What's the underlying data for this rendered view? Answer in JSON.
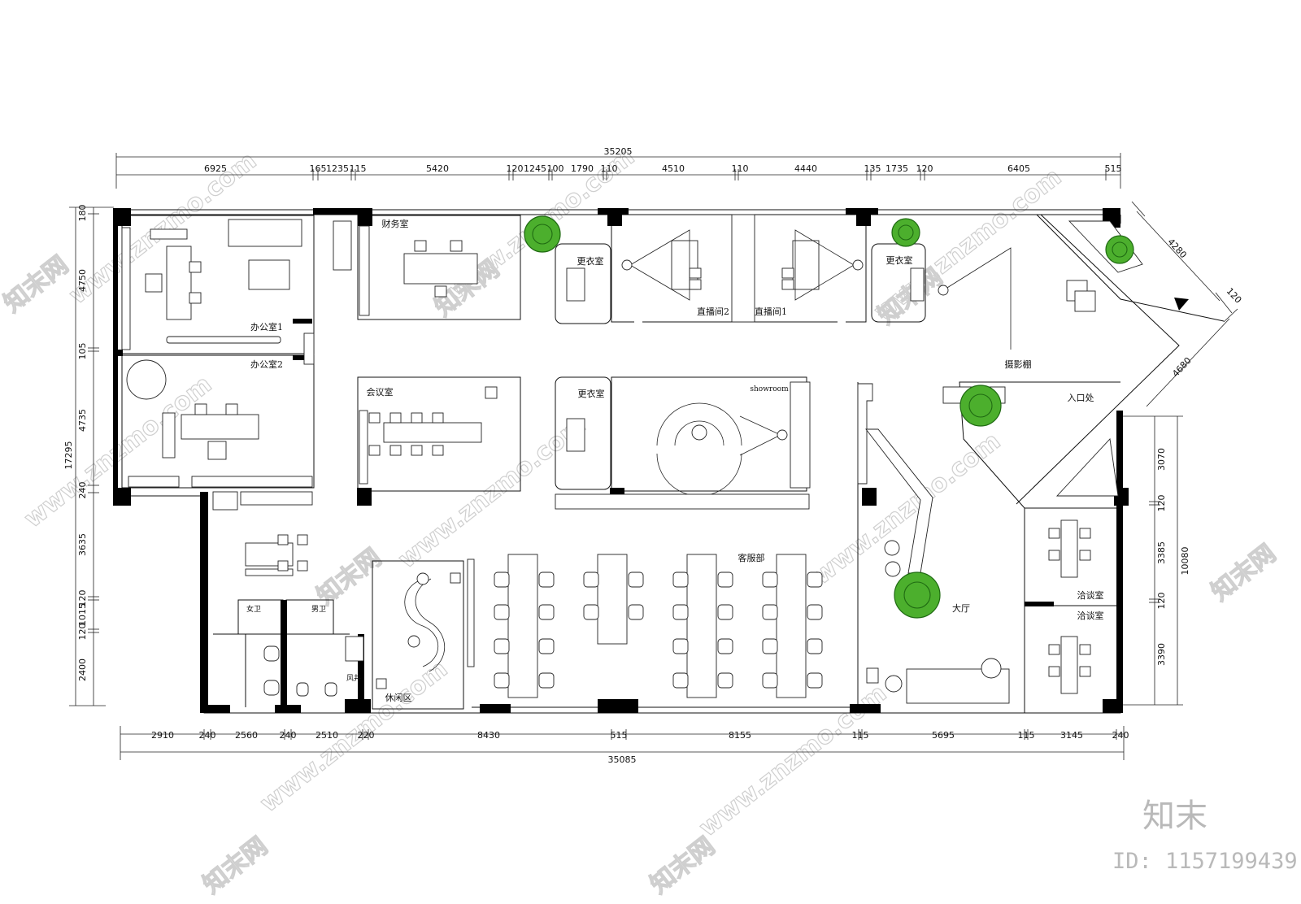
{
  "watermarks": {
    "site": "www.znzmo.com",
    "brand_logo": "知末网",
    "brand_text": "知末",
    "id_label": "ID: 1157199439"
  },
  "dimensions": {
    "top_total": "35205",
    "top_segments": [
      "6925",
      "165",
      "1235",
      "115",
      "5420",
      "120",
      "1245",
      "100",
      "1790",
      "110",
      "4510",
      "110",
      "4440",
      "135",
      "1735",
      "120",
      "6405",
      "515"
    ],
    "bottom_total": "35085",
    "bottom_segments": [
      "2910",
      "240",
      "2560",
      "240",
      "2510",
      "220",
      "8430",
      "515",
      "8155",
      "115",
      "5695",
      "115",
      "3145",
      "240"
    ],
    "left_total": "17295",
    "left_segments": [
      "180",
      "4750",
      "105",
      "4735",
      "240",
      "3635",
      "120",
      "1015",
      "120",
      "2400"
    ],
    "right_total": "10080",
    "right_segments": [
      "3070",
      "120",
      "3385",
      "120",
      "3390"
    ],
    "diagonal": [
      "4280",
      "120",
      "4680"
    ]
  },
  "rooms": {
    "office1": "办公室1",
    "office2": "办公室2",
    "finance": "财务室",
    "changing_1": "更衣室",
    "changing_2": "更衣室",
    "changing_3": "更衣室",
    "live2": "直播间2",
    "live1": "直播间1",
    "photo": "摄影棚",
    "entrance": "入口处",
    "meeting": "会议室",
    "showroom": "showroom",
    "customer_service": "客服部",
    "lobby": "大厅",
    "negotiation_1": "洽谈室",
    "negotiation_2": "洽谈室",
    "women_wc": "女卫",
    "men_wc": "男卫",
    "shaft": "风井",
    "lounge": "休闲区"
  },
  "colors": {
    "wall": "#000000",
    "plant": "#4caf2d",
    "watermark": "#cfcfcf"
  }
}
